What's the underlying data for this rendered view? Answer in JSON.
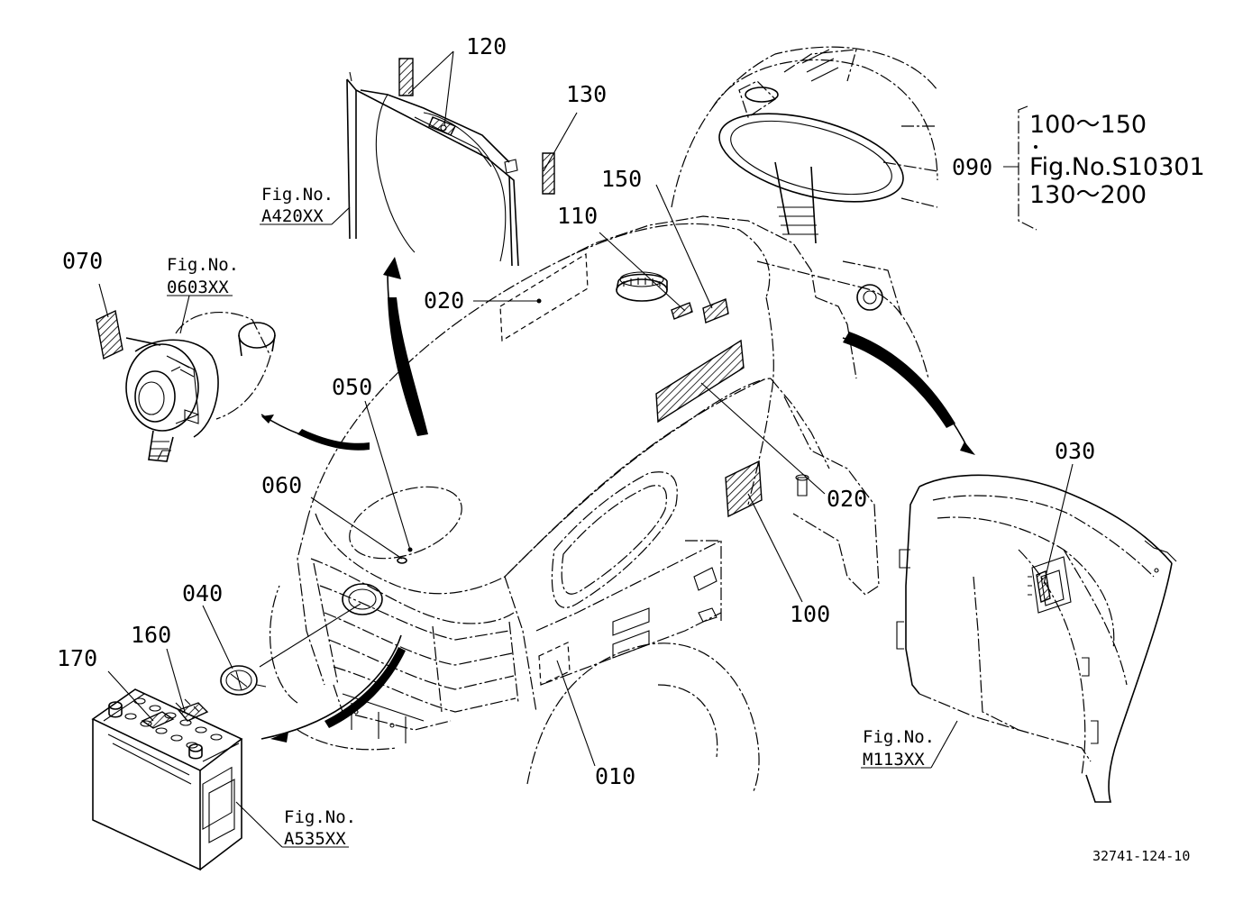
{
  "callouts": {
    "p010": "010",
    "p020a": "020",
    "p020b": "020",
    "p030": "030",
    "p040": "040",
    "p050": "050",
    "p060": "060",
    "p070": "070",
    "p090": "090",
    "p100": "100",
    "p110": "110",
    "p120": "120",
    "p130": "130",
    "p150": "150",
    "p160": "160",
    "p170": "170"
  },
  "figure_refs": {
    "radiator": {
      "label": "Fig.No.",
      "code": "A420XX"
    },
    "air_cleaner": {
      "label": "Fig.No.",
      "code": "0603XX"
    },
    "battery": {
      "label": "Fig.No.",
      "code": "A535XX"
    },
    "fender": {
      "label": "Fig.No.",
      "code": "M113XX"
    }
  },
  "note_090": {
    "line1": "100～150",
    "line2": "Fig.No.S10301",
    "line3": "130～200"
  },
  "drawing_code": "32741-124-10"
}
